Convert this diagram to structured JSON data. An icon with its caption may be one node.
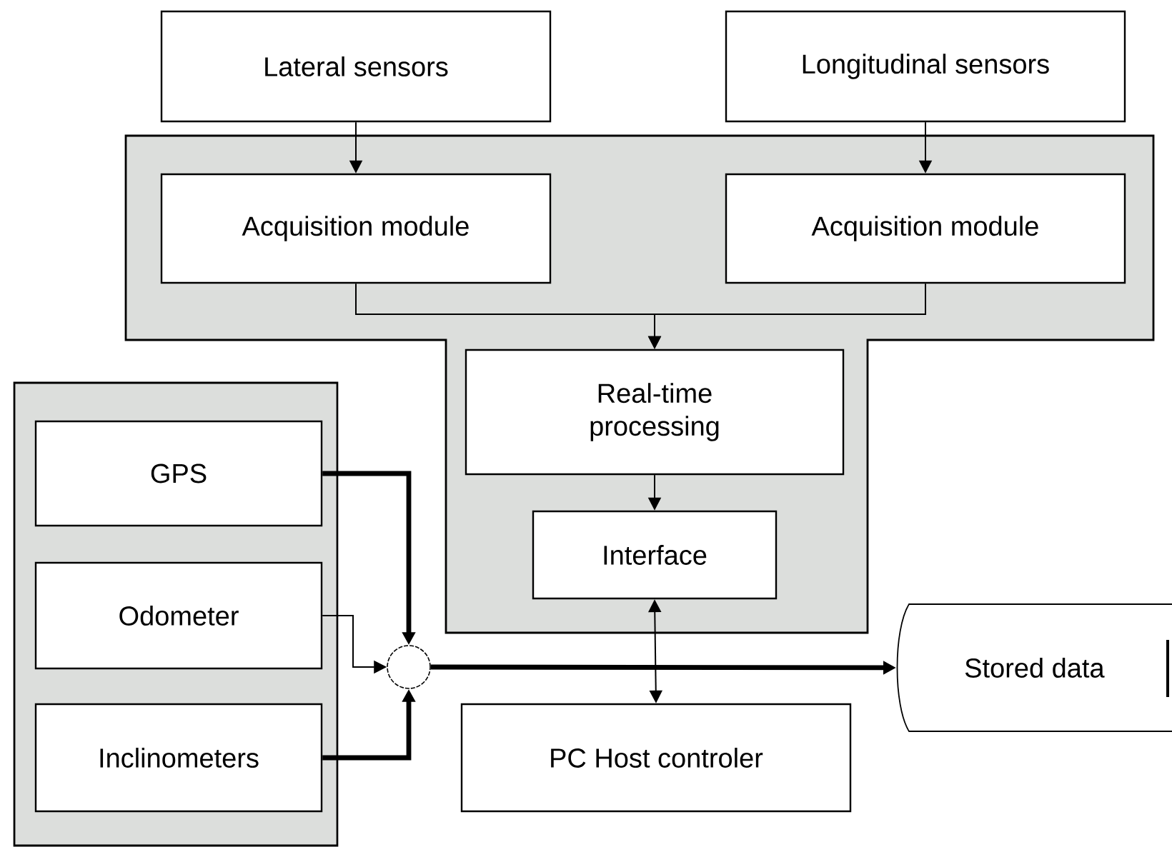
{
  "diagram": {
    "nodes": [
      {
        "text": [
          "Lateral sensors"
        ]
      },
      {
        "text": [
          "Longitudinal sensors"
        ]
      },
      {
        "text": [],
        "shape": "box"
      },
      {
        "text": [
          "Acquisition module"
        ],
        "in": 2
      },
      {
        "text": [
          "Acquisition module"
        ],
        "in": 2
      },
      {
        "text": [
          "Real-time processing"
        ],
        "in": 2
      },
      {
        "text": [
          "Interface"
        ],
        "in": 2
      },
      {
        "text": [],
        "shape": "box"
      },
      {
        "text": [
          "GPS"
        ],
        "in": 7
      },
      {
        "text": [
          "Odometer"
        ],
        "in": 7
      },
      {
        "text": [
          "Inclinometers"
        ],
        "in": 7
      },
      {
        "text": [],
        "shape": "circle"
      },
      {
        "text": [
          "Stored data"
        ]
      },
      {
        "text": [
          "PC Host controler"
        ]
      }
    ],
    "edges": [
      {
        "from": 0,
        "to": 3,
        "arrow": "to"
      },
      {
        "from": 1,
        "to": 4,
        "arrow": "to"
      },
      {
        "from": 3,
        "to": 5,
        "arrow": "to"
      },
      {
        "from": 4,
        "to": 5,
        "arrow": "to"
      },
      {
        "from": 5,
        "to": 6,
        "arrow": "to"
      },
      {
        "from": 8,
        "to": 11,
        "arrow": "to",
        "style": "thick"
      },
      {
        "from": 9,
        "to": 11,
        "arrow": "to"
      },
      {
        "from": 10,
        "to": 11,
        "arrow": "to",
        "style": "thick"
      },
      {
        "from": 11,
        "to": 12,
        "arrow": "to",
        "style": "thick"
      },
      {
        "from": 6,
        "to": 13,
        "arrow": "both"
      }
    ]
  }
}
